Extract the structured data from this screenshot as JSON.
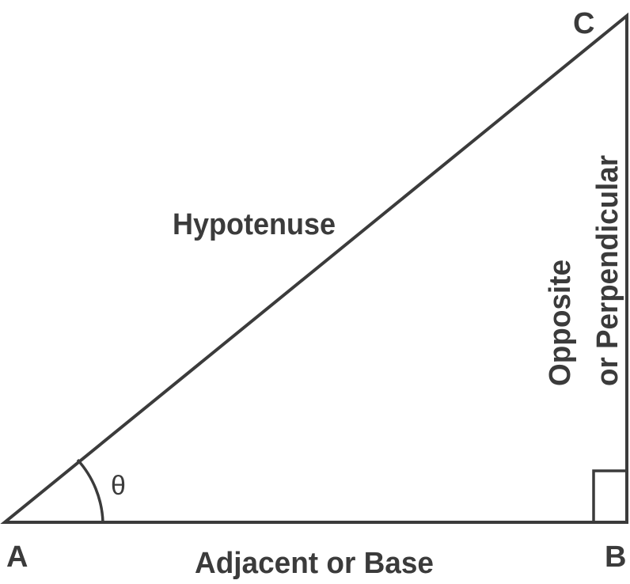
{
  "diagram": {
    "vertices": {
      "a": "A",
      "b": "B",
      "c": "C"
    },
    "sides": {
      "hypotenuse": "Hypotenuse",
      "adjacent": "Adjacent or Base",
      "opposite_line1": "Opposite",
      "opposite_line2": "or Perpendicular"
    },
    "angle_label": "θ",
    "colors": {
      "stroke": "#3b3b3b",
      "text": "#3b3b3b",
      "background": "#ffffff"
    }
  }
}
